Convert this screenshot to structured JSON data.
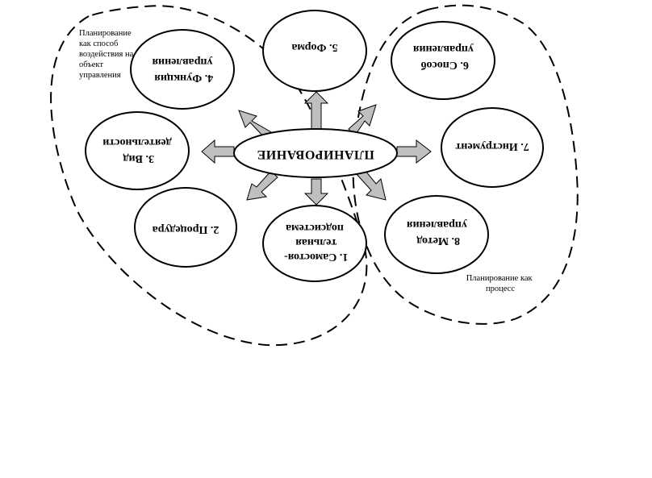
{
  "center": {
    "label": "ПЛАНИРОВАНИЕ"
  },
  "nodes": [
    {
      "id": "n1",
      "lines": [
        "1. Самостоя-",
        "тельная",
        "подсистема"
      ]
    },
    {
      "id": "n2",
      "lines": [
        "2. Процедура"
      ]
    },
    {
      "id": "n3",
      "lines": [
        "3. Вид",
        "деятельности"
      ]
    },
    {
      "id": "n4",
      "lines": [
        "4. Функция",
        "управления"
      ]
    },
    {
      "id": "n5",
      "lines": [
        "5. Форма"
      ]
    },
    {
      "id": "n6",
      "lines": [
        "6. Способ",
        "управления"
      ]
    },
    {
      "id": "n7",
      "lines": [
        "7. Инструмент"
      ]
    },
    {
      "id": "n8",
      "lines": [
        "8. Метод",
        "управления"
      ]
    }
  ],
  "groups": {
    "left_note": [
      "Планирование",
      "как способ",
      "воздействия на",
      "объект",
      "управления"
    ],
    "right_note": [
      "Планирование как",
      "процесс"
    ]
  }
}
